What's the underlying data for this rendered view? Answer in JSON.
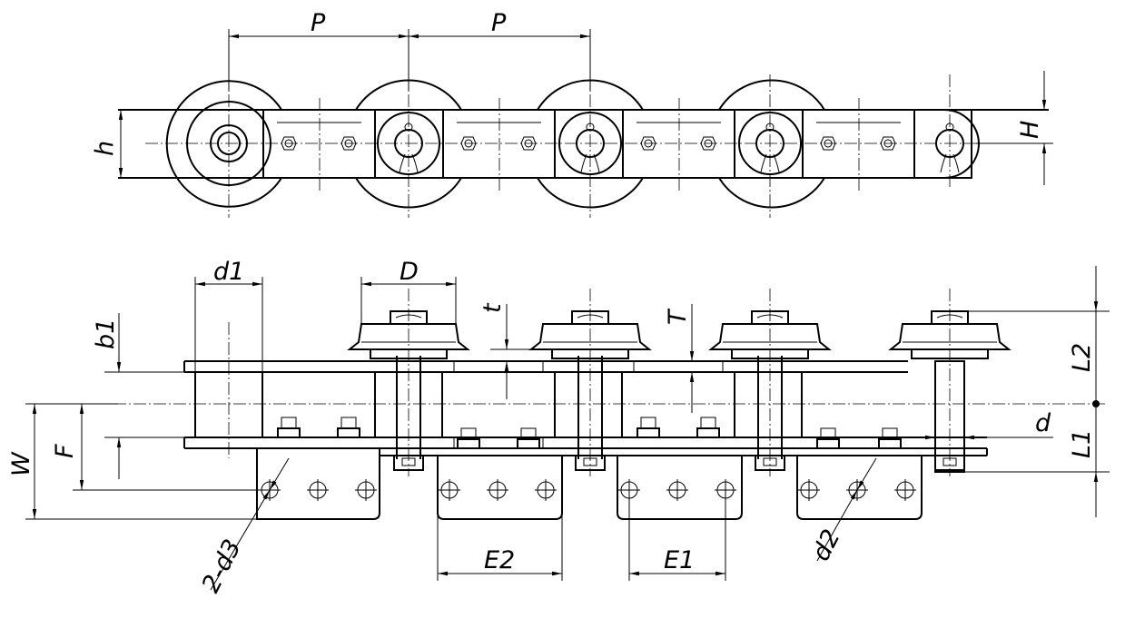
{
  "labels": {
    "pitch_1": "P",
    "pitch_2": "P",
    "roller_height": "h",
    "plate_height": "H",
    "d1": "d1",
    "D": "D",
    "t": "t",
    "T": "T",
    "b1": "b1",
    "L2": "L2",
    "L1": "L1",
    "d": "d",
    "W": "W",
    "F": "F",
    "two_d3": "2-d3",
    "d2": "d2",
    "E2": "E2",
    "E1": "E1"
  }
}
